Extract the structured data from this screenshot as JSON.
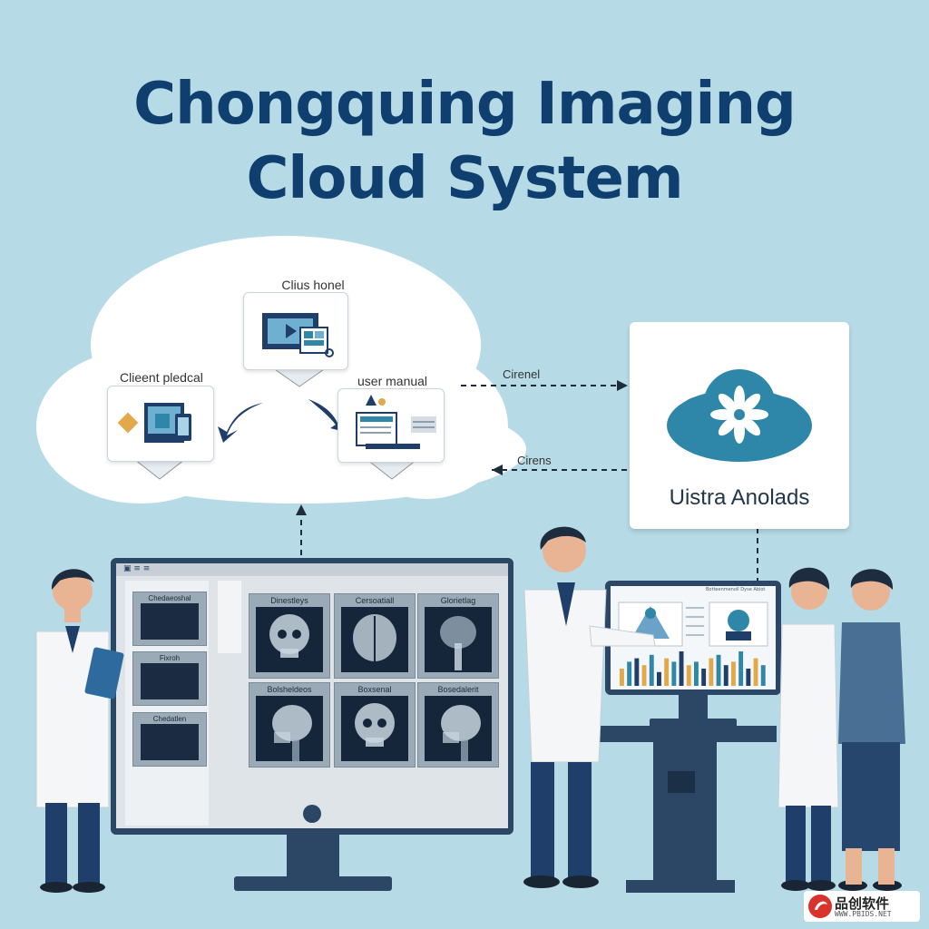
{
  "title": {
    "line1": "Chongquing Imaging",
    "line2": "Cloud System"
  },
  "cloud": {
    "top_panel_label": "Clius honel",
    "left_panel_label": "Clieent pledcal",
    "right_panel_label": "user manual"
  },
  "connectors": {
    "upper_label": "Cirenel",
    "lower_label": "Cirens"
  },
  "brand_card": {
    "name": "Uistra Anolads"
  },
  "monitor": {
    "toolbar_text": "▣ ≡ ≡",
    "thumbnails": [
      "Chedaeoshal",
      "Fixroh",
      "Chedatlen"
    ],
    "images": [
      {
        "caption": "Dinestleys",
        "view": "skull-front"
      },
      {
        "caption": "Cersoatiall",
        "view": "skull-top"
      },
      {
        "caption": "Glorietlag",
        "view": "spine-top"
      },
      {
        "caption": "Bolsheldeos",
        "view": "skull-side"
      },
      {
        "caption": "Boxsenal",
        "view": "skull-front"
      },
      {
        "caption": "Bosedalerit",
        "view": "skull-side"
      }
    ]
  },
  "analytics_screen": {
    "header": "Botteenmenoll Dyse Abiot",
    "bar_values": [
      5,
      7,
      8,
      6,
      9,
      4,
      8,
      7,
      10,
      6,
      7,
      5,
      8,
      9,
      6,
      7,
      10,
      5,
      8,
      6
    ]
  },
  "watermark": {
    "name": "品创软件",
    "url": "WWW.PBIDS.NET"
  },
  "colors": {
    "background": "#b7dbe6",
    "title": "#0f3f6e",
    "accent": "#2e87a8",
    "coat": "#f4f6f8",
    "navy": "#1f3f6a"
  }
}
